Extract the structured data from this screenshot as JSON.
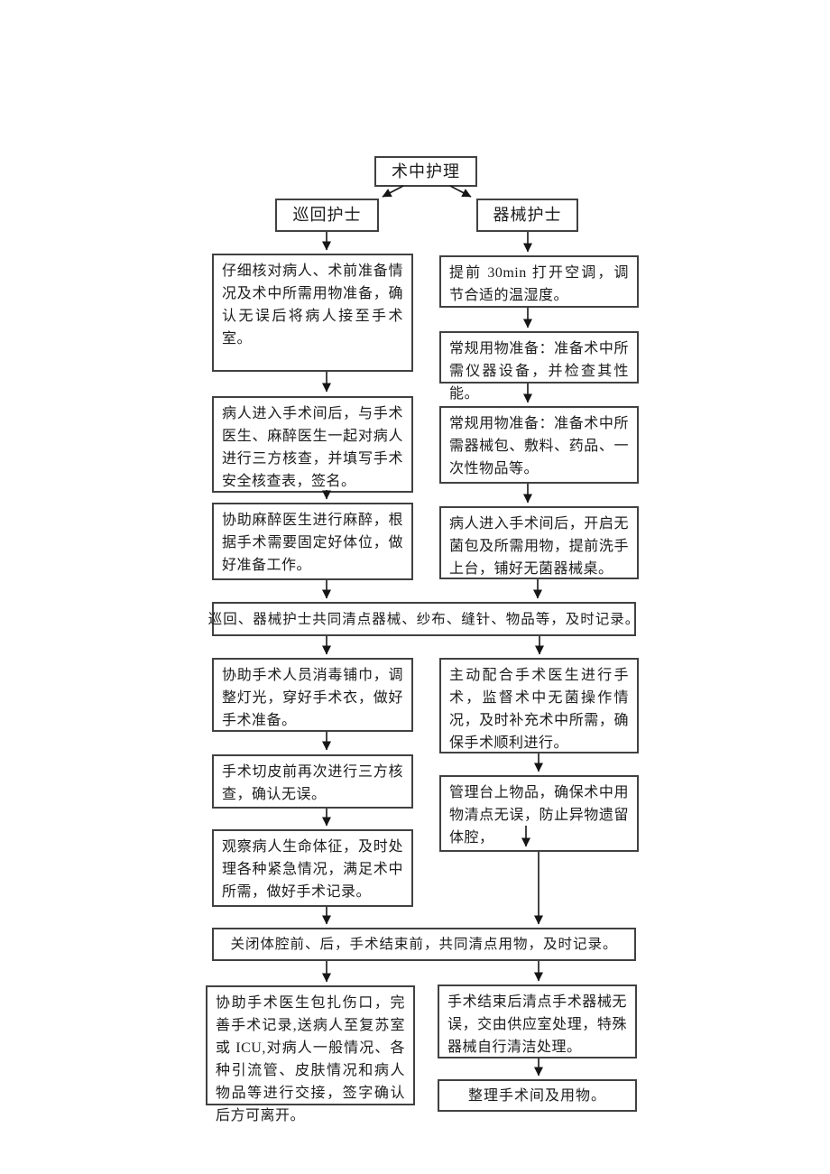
{
  "flow": {
    "title": "术中护理",
    "left_branch": {
      "role": "巡回护士",
      "steps": [
        "仔细核对病人、术前准备情况及术中所需用物准备，确认无误后将病人接至手术室。",
        "病人进入手术间后，与手术医生、麻醉医生一起对病人进行三方核查，并填写手术安全核查表，签名。",
        "协助麻醉医生进行麻醉，根据手术需要固定好体位，做好准备工作。",
        "协助手术人员消毒铺巾，调整灯光，穿好手术衣，做好手术准备。",
        "手术切皮前再次进行三方核查，确认无误。",
        "观察病人生命体征，及时处理各种紧急情况，满足术中所需，做好手术记录。",
        "协助手术医生包扎伤口，完善手术记录,送病人至复苏室或 ICU,对病人一般情况、各种引流管、皮肤情况和病人物品等进行交接，签字确认后方可离开。"
      ]
    },
    "right_branch": {
      "role": "器械护士",
      "steps": [
        "提前 30min 打开空调，调节合适的温湿度。",
        "常规用物准备：准备术中所需仪器设备，并检查其性能。",
        "常规用物准备：准备术中所需器械包、敷料、药品、一次性物品等。",
        "病人进入手术间后，开启无菌包及所需用物，提前洗手上台，铺好无菌器械桌。",
        "主动配合手术医生进行手术，监督术中无菌操作情况，及时补充术中所需，确保手术顺利进行。",
        "管理台上物品，确保术中用物清点无误，防止异物遗留体腔，",
        "手术结束后清点手术器械无误，交由供应室处理，特殊器械自行清洁处理。",
        "整理手术间及用物。"
      ]
    },
    "joint_steps": [
      "巡回、器械护士共同清点器械、纱布、缝针、物品等，及时记录。",
      "关闭体腔前、后，手术结束前，共同清点用物，及时记录。"
    ],
    "colors": {
      "background": "#ffffff",
      "border": "#414141",
      "text": "#1c1c1c"
    }
  }
}
